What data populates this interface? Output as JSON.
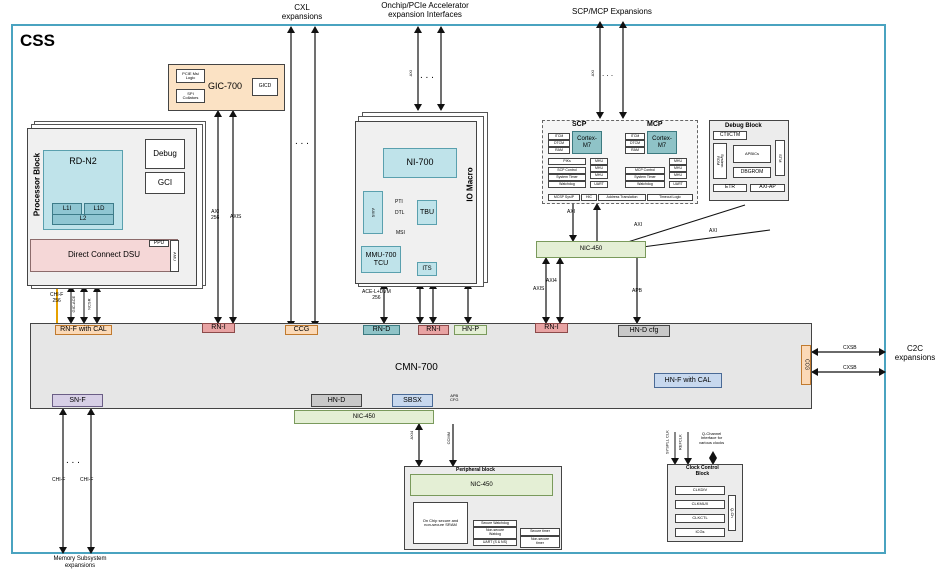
{
  "title": "CSS",
  "top_labels": {
    "cxl": "CXL\nexpansions",
    "onchip": "Onchip/PCIe Accelerator\nexpansion Interfaces",
    "scp_mcp": "SCP/MCP Expansions"
  },
  "c2c": "C2C\nexpansions",
  "memory": "Memory Subsystem\nexpansions",
  "gic": {
    "title": "GIC-700",
    "pcie_msi": "PCIE Msi\nLogic",
    "spi": "SPI\nCollators",
    "gicd": "GICD"
  },
  "processor": {
    "label": "Processor Block",
    "rdn2": "RD-N2",
    "l1i": "L1I",
    "l1d": "L1D",
    "l2": "L2",
    "debug": "Debug",
    "gci": "GCI",
    "dsu": "Direct Connect DSU",
    "ppu": "PPU",
    "amu": "AMU"
  },
  "io": {
    "label": "IO Macro",
    "ni700": "NI-700",
    "tbu": "TBU",
    "mmu": "MMU-700\nTCU",
    "its": "ITS",
    "pti": "PTI",
    "dtl": "DTL",
    "msi": "MSI",
    "axis": "AXIS"
  },
  "scp": {
    "title": "SCP",
    "cortex": "Cortex-\nM7",
    "itcm": "ITCM",
    "dtcm": "DTCM",
    "ram": "RAM",
    "pik": "PIKs",
    "mhu": "MHU",
    "control": "SCP Control",
    "timer": "System Timer",
    "watchdog": "Watchdog",
    "uart": "UART",
    "sysip": "MCSP SysIP",
    "hic": "HIC",
    "addr": "Address Translation",
    "timeout": "Timeout Logic"
  },
  "mcp": {
    "title": "MCP",
    "cortex": "Cortex-\nM7",
    "itcm": "ITCM",
    "dtcm": "DTCM",
    "ram": "RAM",
    "control": "MCP Control",
    "timer": "System Timer",
    "watchdog": "Watchdog",
    "mhu": "MHU",
    "uart": "UART"
  },
  "debug_block": {
    "title": "Debug Block",
    "cti": "CTI/CTM",
    "sys_rom": "System\nROM",
    "apbics": "APBICs",
    "dbgrom": "DBGROM",
    "stm": "STM",
    "etr": "ETR",
    "axi_ap": "AXI-AP"
  },
  "cmn": {
    "title": "CMN-700",
    "rnf": "RN-F with CAL",
    "rni1": "RN-I",
    "ccg1": "CCG",
    "rnd": "RN-D",
    "rni2": "RN-I",
    "hnp": "HN-P",
    "rni3": "RN-I",
    "hnd_cfg": "HN-D cfg",
    "snf": "SN-F",
    "hnd": "HN-D",
    "sbsx": "SBSX",
    "hnf_cal": "HN-F with CAL",
    "ccg2": "CCG",
    "nic450": "NIC-450"
  },
  "nic_top": "NIC-450",
  "peripheral": {
    "title": "Peripheral block",
    "nic": "NIC-450",
    "sram": "On Chip secure and\nnon-secure SRAM",
    "sec_watchdog": "Secure Watchdog",
    "ns_watchdog": "Non-secure\nWatdog",
    "uart": "UART (S & NS)",
    "sec_timer": "Secure timer",
    "ns_timer": "Non-secure\ntimer"
  },
  "clock": {
    "title": "Clock Control\nBlock",
    "clkdiv": "CLKDIV",
    "clkmux": "CLKMUX",
    "clkctl": "CLKCTL",
    "icgs": "ICGs",
    "qch": "Q-Ch",
    "ext1": "SYSPLL CLK",
    "ext2": "REFCLK",
    "ext3": "Q-Channel\nInterface for\nvarious clocks"
  },
  "signals": {
    "chi_f": "CHI-F\n256",
    "axi256": "AXI\n256",
    "axis": "AXIS",
    "ace": "ACE-L+DVM\n256",
    "axi_scp": "AXI",
    "axi_d1": "AXI",
    "axi_d2": "AXI",
    "axi4": "AXI4",
    "axis2": "AXIS",
    "apb": "APB",
    "cxsb1": "CXSB",
    "cxsb2": "CXSB",
    "chi_f1": "CHI-F",
    "chi_f2": "CHI-F",
    "apb_cfg": "APB\nCFG",
    "axi4_p": "AXI4",
    "ccmm": "CCMM",
    "axi_io": "AXI",
    "axi_scp_top": "AXI",
    "gic_lbl": "GIC-ACE",
    "ncsr_lbl": "NCSR",
    "dots": ". . ."
  }
}
